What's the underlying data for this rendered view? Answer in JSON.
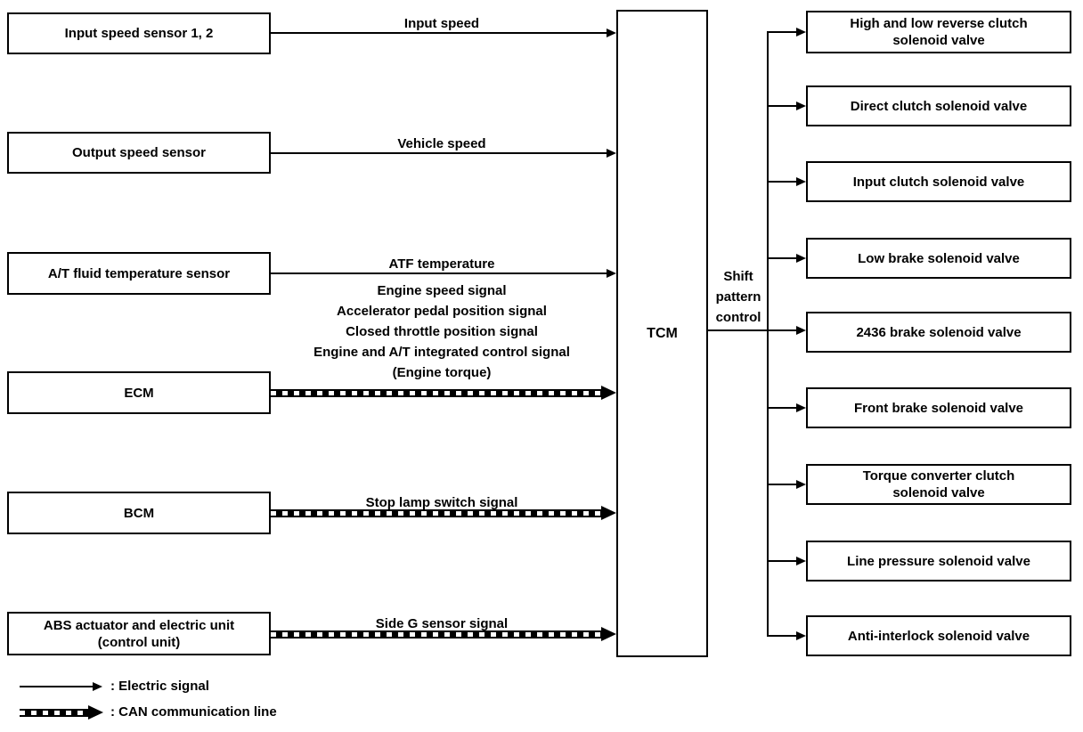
{
  "left_boxes": [
    {
      "lines": [
        "Input speed sensor 1, 2",
        ""
      ]
    },
    {
      "lines": [
        "Output speed sensor",
        ""
      ]
    },
    {
      "lines": [
        "A/T fluid temperature sensor",
        ""
      ]
    },
    {
      "lines": [
        "ECM",
        ""
      ]
    },
    {
      "lines": [
        "BCM",
        ""
      ]
    },
    {
      "lines": [
        "ABS actuator and electric unit",
        "(control unit)"
      ]
    }
  ],
  "signals": [
    {
      "type": "electric",
      "labels": [
        "Input speed"
      ]
    },
    {
      "type": "electric",
      "labels": [
        "Vehicle speed"
      ]
    },
    {
      "type": "electric",
      "labels": [
        "ATF temperature"
      ]
    },
    {
      "type": "can",
      "labels": [
        "Engine speed signal",
        "Accelerator pedal position signal",
        "Closed throttle position signal",
        "Engine and A/T integrated control signal",
        "(Engine torque)"
      ]
    },
    {
      "type": "can",
      "labels": [
        "Stop lamp switch signal"
      ]
    },
    {
      "type": "can",
      "labels": [
        "Side G sensor signal"
      ]
    }
  ],
  "tcm": {
    "label": "TCM"
  },
  "output_label": {
    "lines": [
      "Shift",
      "pattern",
      "control"
    ]
  },
  "right_boxes": [
    {
      "lines": [
        "High and low reverse clutch",
        "solenoid valve"
      ]
    },
    {
      "lines": [
        "Direct clutch solenoid valve",
        ""
      ]
    },
    {
      "lines": [
        "Input clutch solenoid valve",
        ""
      ]
    },
    {
      "lines": [
        "Low brake solenoid valve",
        ""
      ]
    },
    {
      "lines": [
        "2436 brake solenoid valve",
        ""
      ]
    },
    {
      "lines": [
        "Front brake solenoid valve",
        ""
      ]
    },
    {
      "lines": [
        "Torque converter clutch",
        "solenoid valve"
      ]
    },
    {
      "lines": [
        "Line pressure solenoid valve",
        ""
      ]
    },
    {
      "lines": [
        "Anti-interlock solenoid valve",
        ""
      ]
    }
  ],
  "legend": [
    {
      "type": "electric",
      "label": ": Electric signal"
    },
    {
      "type": "can",
      "label": ": CAN communication line"
    }
  ],
  "colors": {
    "line": "#000000",
    "background": "#ffffff"
  }
}
